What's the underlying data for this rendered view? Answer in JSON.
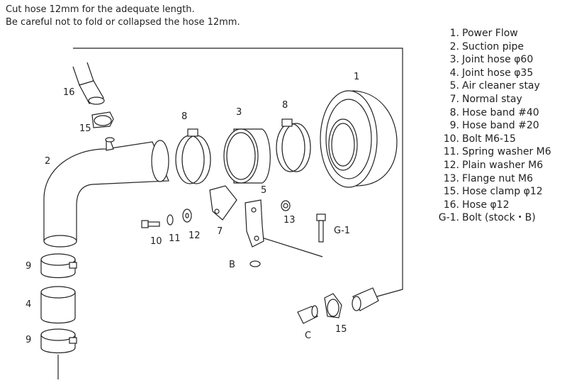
{
  "notes": [
    "Cut hose 12mm for the adequate length.",
    "Be careful not to fold or collapsed the hose 12mm."
  ],
  "callouts": {
    "c1": "1",
    "c2": "2",
    "c3": "3",
    "c4": "4",
    "c5": "5",
    "c7": "7",
    "c8a": "8",
    "c8b": "8",
    "c9a": "9",
    "c9b": "9",
    "c10": "10",
    "c11": "11",
    "c12": "12",
    "c13": "13",
    "c15a": "15",
    "c15b": "15",
    "c16": "16",
    "cG1": "G-1",
    "cB": "B",
    "cC": "C"
  },
  "legend": [
    {
      "code": "1.",
      "name": "Power Flow"
    },
    {
      "code": "2.",
      "name": "Suction pipe"
    },
    {
      "code": "3.",
      "name": "Joint hose  φ60"
    },
    {
      "code": "4.",
      "name": "Joint hose  φ35"
    },
    {
      "code": "5.",
      "name": "Air cleaner stay"
    },
    {
      "code": "7.",
      "name": "Normal stay"
    },
    {
      "code": "8.",
      "name": "Hose band  #40"
    },
    {
      "code": "9.",
      "name": "Hose band  #20"
    },
    {
      "code": "10.",
      "name": "Bolt  M6-15"
    },
    {
      "code": "11.",
      "name": "Spring washer  M6"
    },
    {
      "code": "12.",
      "name": "Plain washer  M6"
    },
    {
      "code": "13.",
      "name": "Flange nut  M6"
    },
    {
      "code": "15.",
      "name": "Hose clamp  φ12"
    },
    {
      "code": "16.",
      "name": "Hose  φ12"
    },
    {
      "code": "G-1.",
      "name": "Bolt (stock・B)"
    }
  ]
}
